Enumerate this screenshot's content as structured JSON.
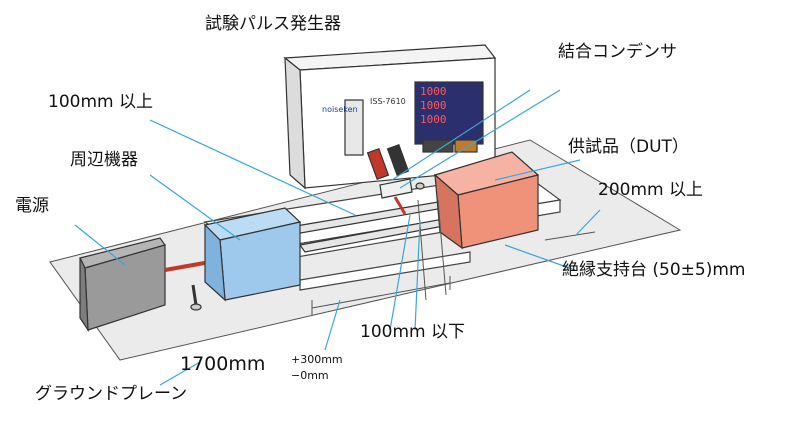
{
  "labels": {
    "pulse_generator": "試験パルス発生器",
    "coupling_capacitor": "結合コンデンサ",
    "min_100": "100mm 以上",
    "peripheral": "周辺機器",
    "dut": "供試品（DUT）",
    "power_source": "電源",
    "min_200": "200mm 以上",
    "support": "絶縁支持台 (50±5)mm",
    "max_100": "100mm 以下",
    "length_main": "1700mm",
    "tol_plus": "+300mm",
    "tol_minus": "−0mm",
    "ground_plane": "グラウンドプレーン"
  },
  "generator_panel": {
    "brand": "noiseken",
    "model": "ISS-7610",
    "readout_1": "1000",
    "readout_2": "1000",
    "readout_3": "1000"
  },
  "colors": {
    "ground_plane": "#ebebeb",
    "power_source": "#9a9a9a",
    "peripheral": "#9fc9ec",
    "dut": "#f0927a",
    "leader_lines": "#3aa6d9",
    "cable_red": "#c0392b"
  }
}
